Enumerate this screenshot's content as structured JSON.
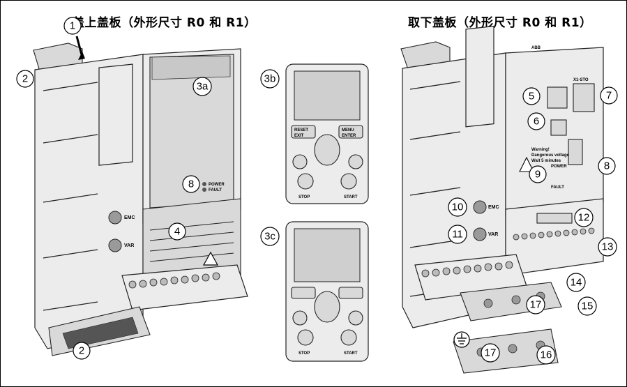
{
  "titles": {
    "left": "盖上盖板（外形尺寸 R0 和 R1）",
    "right": "取下盖板（外形尺寸 R0 和 R1）"
  },
  "callouts": {
    "c1": "1",
    "c2a": "2",
    "c2b": "2",
    "c3a": "3a",
    "c3b": "3b",
    "c3c": "3c",
    "c4": "4",
    "c5": "5",
    "c6": "6",
    "c7": "7",
    "c8a": "8",
    "c8b": "8",
    "c9": "9",
    "c10": "10",
    "c11": "11",
    "c12": "12",
    "c13": "13",
    "c14": "14",
    "c15": "15",
    "c16": "16",
    "c17a": "17",
    "c17b": "17"
  },
  "device_labels": {
    "power": "POWER",
    "fault": "FAULT",
    "emc": "EMC",
    "var": "VAR",
    "abb": "ABB",
    "x1sto": "X1-STO",
    "warning": "Warning!",
    "dangerous": "Dangerous voltage",
    "wait": "Wait 5 minutes"
  },
  "panel_labels": {
    "reset": "RESET",
    "exit": "EXIT",
    "menu": "MENU",
    "enter": "ENTER",
    "stop": "STOP",
    "start": "START"
  }
}
